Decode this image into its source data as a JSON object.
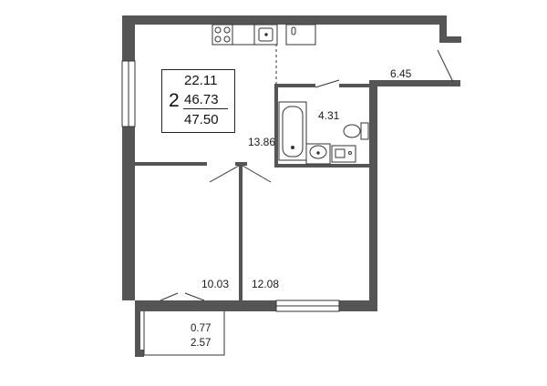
{
  "summary": {
    "rooms": "2",
    "living_area": "22.11",
    "total_area": "46.73",
    "total_area_with_balcony": "47.50"
  },
  "rooms": {
    "kitchen_living": "13.86",
    "bathroom": "4.31",
    "hall": "6.45",
    "bedroom_left": "10.03",
    "bedroom_right": "12.08",
    "balcony_reduced": "0.77",
    "balcony_full": "2.57"
  },
  "colors": {
    "wall": "#555555",
    "line": "#333333",
    "background": "#ffffff"
  }
}
